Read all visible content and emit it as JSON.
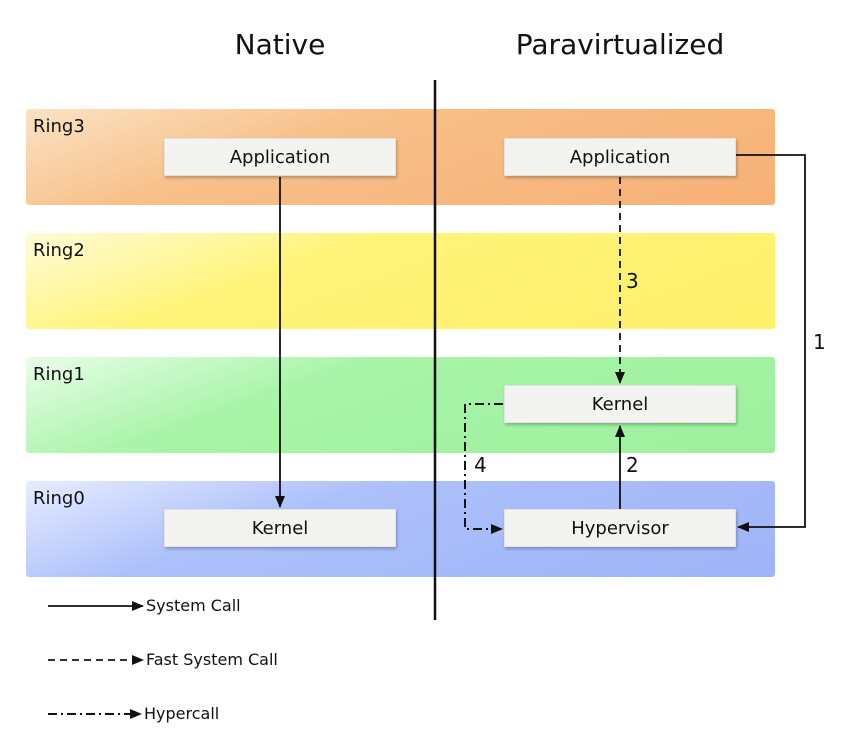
{
  "headers": {
    "native": "Native",
    "paravirtualized": "Paravirtualized"
  },
  "rings": {
    "ring3": "Ring3",
    "ring2": "Ring2",
    "ring1": "Ring1",
    "ring0": "Ring0"
  },
  "colors": {
    "ring3": "#f6b075",
    "ring2": "#fff06a",
    "ring1": "#9df09d",
    "ring0": "#9fb4f8",
    "box": "#f3f3f1",
    "line": "#111111"
  },
  "native": {
    "application": "Application",
    "kernel": "Kernel"
  },
  "paravirtualized": {
    "application": "Application",
    "kernel": "Kernel",
    "hypervisor": "Hypervisor"
  },
  "paths": {
    "p1": "1",
    "p2": "2",
    "p3": "3",
    "p4": "4"
  },
  "legend": {
    "system_call": "System Call",
    "fast_system_call": "Fast System Call",
    "hypercall": "Hypercall"
  }
}
